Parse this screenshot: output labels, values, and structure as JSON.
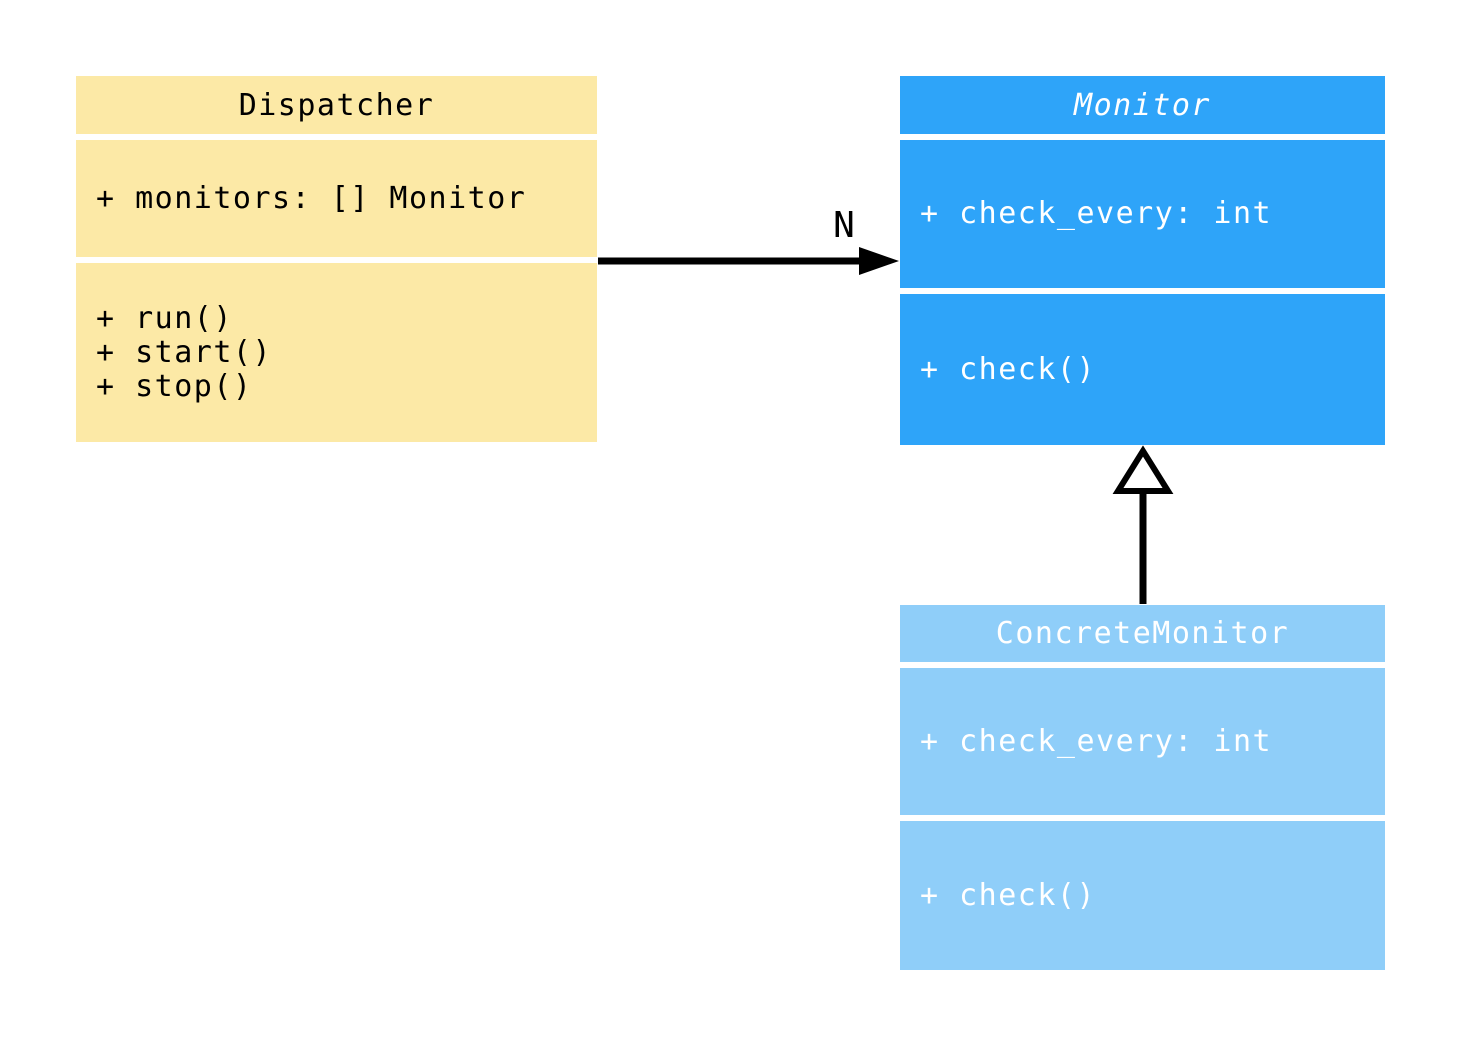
{
  "background_color": "#FFFFFF",
  "line_color": "#000000",
  "classes": {
    "dispatcher": {
      "name": "Dispatcher",
      "abstract": false,
      "fill_color": "#FCE9A6",
      "text_color": "#000000",
      "attributes": [
        "+ monitors: [] Monitor"
      ],
      "methods": [
        "+ run()",
        "+ start()",
        "+ stop()"
      ]
    },
    "monitor": {
      "name": "Monitor",
      "abstract": true,
      "fill_color": "#2EA4F9",
      "text_color": "#FFFFFF",
      "attributes": [
        "+ check_every: int"
      ],
      "methods": [
        "+ check()"
      ]
    },
    "concrete_monitor": {
      "name": "ConcreteMonitor",
      "abstract": false,
      "fill_color": "#8FCEF9",
      "text_color": "#FFFFFF",
      "attributes": [
        "+ check_every: int"
      ],
      "methods": [
        "+ check()"
      ]
    }
  },
  "connectors": {
    "association": {
      "from": "Dispatcher",
      "to": "Monitor",
      "label": "N",
      "style": "solid-line-filled-arrow"
    },
    "inheritance": {
      "from": "ConcreteMonitor",
      "to": "Monitor",
      "style": "solid-line-hollow-triangle"
    }
  }
}
